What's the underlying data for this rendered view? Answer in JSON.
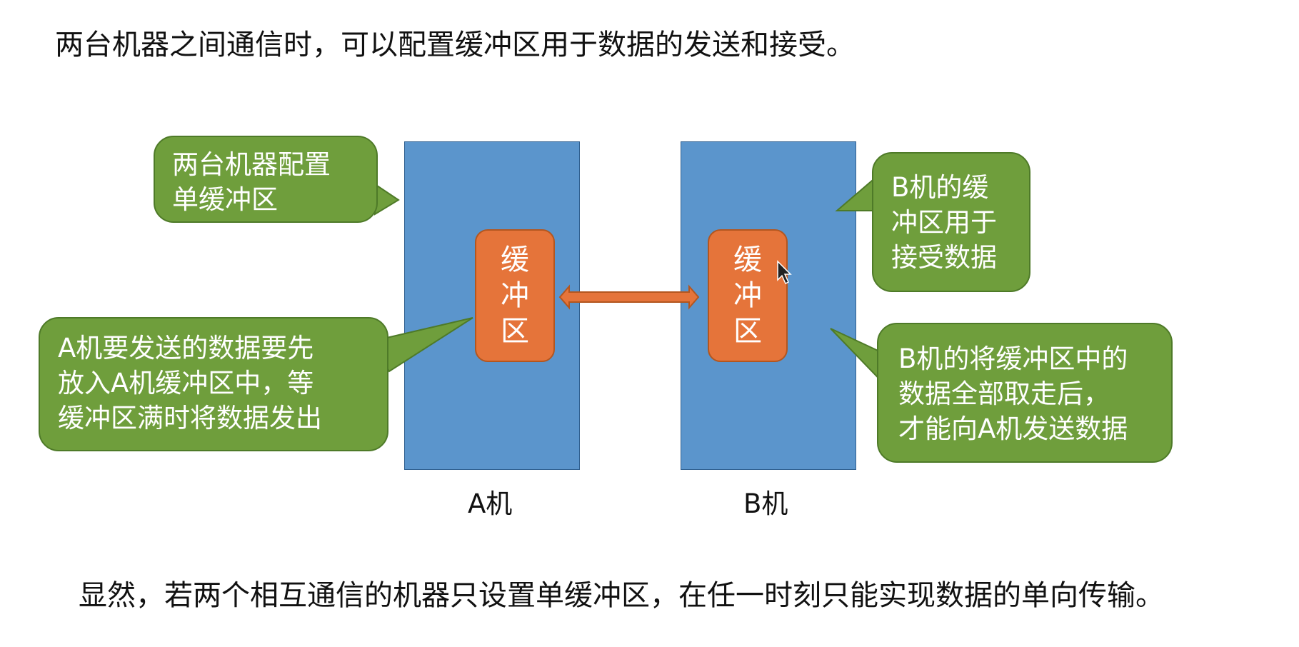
{
  "intro": "两台机器之间通信时，可以配置缓冲区用于数据的发送和接受。",
  "machine_a": {
    "label": "A机",
    "buffer_chars": [
      "缓",
      "冲",
      "区"
    ]
  },
  "machine_b": {
    "label": "B机",
    "buffer_chars": [
      "缓",
      "冲",
      "区"
    ]
  },
  "callouts": {
    "single_buffer": [
      "两台机器配置",
      "单缓冲区"
    ],
    "a_send": [
      "A机要发送的数据要先",
      "放入A机缓冲区中，等",
      "缓冲区满时将数据发出"
    ],
    "b_receive": [
      "B机的缓",
      "冲区用于",
      "接受数据"
    ],
    "b_take": [
      "B机的将缓冲区中的",
      "数据全部取走后，",
      "才能向A机发送数据"
    ]
  },
  "conclusion": "显然，若两个相互通信的机器只设置单缓冲区，在任一时刻只能实现数据的单向传输。",
  "colors": {
    "machine": "#5b95cc",
    "buffer": "#e5743a",
    "callout": "#6f9e3c",
    "arrow": "#e5743a"
  }
}
